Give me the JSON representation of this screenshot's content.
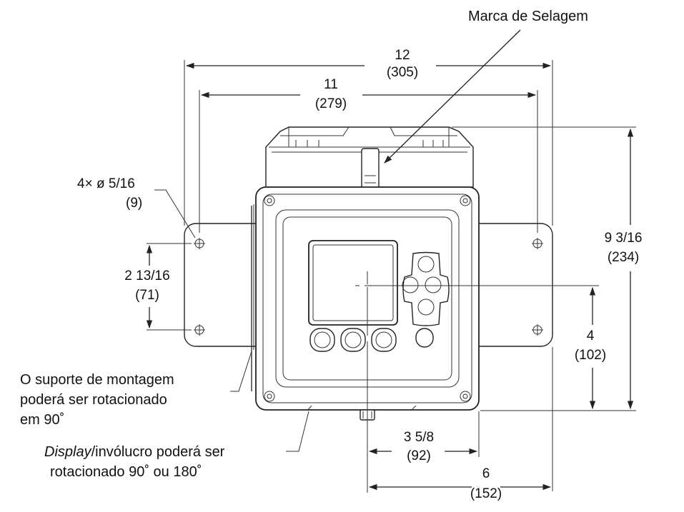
{
  "diagram": {
    "sealing_mark_label": "Marca de Selagem",
    "dim_12": {
      "inch": "12",
      "mm": "(305)"
    },
    "dim_11": {
      "inch": "11",
      "mm": "(279)"
    },
    "hole": {
      "inch": "4× ø 5/16",
      "mm": "(9)"
    },
    "dim_2_13_16": {
      "inch": "2 13/16",
      "mm": "(71)"
    },
    "dim_9_3_16": {
      "inch": "9 3/16",
      "mm": "(234)"
    },
    "dim_4": {
      "inch": "4",
      "mm": "(102)"
    },
    "dim_3_5_8": {
      "inch": "3 5/8",
      "mm": "(92)"
    },
    "dim_6": {
      "inch": "6",
      "mm": "(152)"
    },
    "note_bracket": [
      "O suporte de montagem",
      "poderá  ser rotacionado",
      "em 90˚"
    ],
    "note_display": {
      "italic": "Display",
      "rest": "/invólucro poderá ser",
      "line2": "rotacionado 90˚  ou  180˚"
    }
  }
}
